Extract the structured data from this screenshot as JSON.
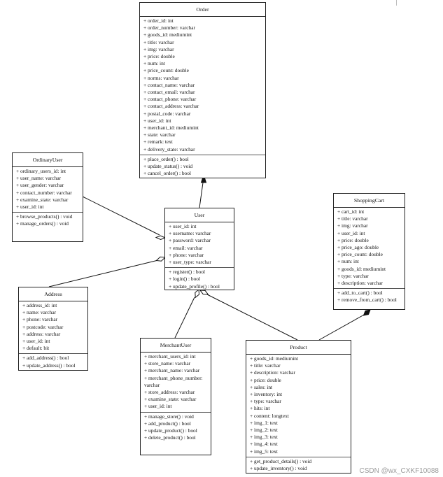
{
  "classes": {
    "order": {
      "name": "Order",
      "attributes": [
        "+ order_id: int",
        "+ order_number: varchar",
        "+ goods_id: mediumint",
        "+ title: varchar",
        "+ img: varchar",
        "+ price: double",
        "+ num: int",
        "+ price_count: double",
        "+ norms: varchar",
        "+ contact_name: varchar",
        "+ contact_email: varchar",
        "+ contact_phone: varchar",
        "+ contact_address: varchar",
        "+ postal_code: varchar",
        "+ user_id: int",
        "+ merchant_id: mediumint",
        "+ state: varchar",
        "+ remark: text",
        "+ delivery_state: varchar"
      ],
      "operations": [
        "+ place_order() : bool",
        "+ update_status() : void",
        "+ cancel_order() : bool"
      ]
    },
    "ordinary_user": {
      "name": "OrdinaryUser",
      "attributes": [
        "+ ordinary_users_id: int",
        "+ user_name: varchar",
        "+ user_gender: varchar",
        "+ contact_number: varchar",
        "+ examine_state: varchar",
        "+ user_id: int"
      ],
      "operations": [
        "+ browse_products() : void",
        "+ manage_orders() : void"
      ]
    },
    "user": {
      "name": "User",
      "attributes": [
        "+ user_id: int",
        "+ username: varchar",
        "+ password: varchar",
        "+ email: varchar",
        "+ phone: varchar",
        "+ user_type: varchar"
      ],
      "operations": [
        "+ register() : bool",
        "+ login() : bool",
        "+ update_profile() : bool"
      ]
    },
    "shopping_cart": {
      "name": "ShoppingCart",
      "attributes": [
        "+ cart_id: int",
        "+ title: varchar",
        "+ img: varchar",
        "+ user_id: int",
        "+ price: double",
        "+ price_ago: double",
        "+ price_count: double",
        "+ num: int",
        "+ goods_id: mediumint",
        "+ type: varchar",
        "+ description: varchar"
      ],
      "operations": [
        "+ add_to_cart() : bool",
        "+ remove_from_cart() : bool"
      ]
    },
    "address": {
      "name": "Address",
      "attributes": [
        "+ address_id: int",
        "+ name: varchar",
        "+ phone: varchar",
        "+ postcode: varchar",
        "+ address: varchar",
        "+ user_id: int",
        "+ default: bit"
      ],
      "operations": [
        "+ add_address() : bool",
        "+ update_address() : bool"
      ]
    },
    "merchant_user": {
      "name": "MerchantUser",
      "attributes": [
        "+ merchant_users_id: int",
        "+ store_name: varchar",
        "+ merchant_name: varchar",
        "+ merchant_phone_number: varchar",
        "+ store_address: varchar",
        "+ examine_state: varchar",
        "+ user_id: int"
      ],
      "operations": [
        "+ manage_store() : void",
        "+ add_product() : bool",
        "+ update_product() : bool",
        "+ delete_product() : bool"
      ]
    },
    "product": {
      "name": "Product",
      "attributes": [
        "+ goods_id: mediumint",
        "+ title: varchar",
        "+ description: varchar",
        "+ price: double",
        "+ sales: int",
        "+ inventory: int",
        "+ type: varchar",
        "+ hits: int",
        "+ content: longtext",
        "+ img_1: text",
        "+ img_2: text",
        "+ img_3: text",
        "+ img_4: text",
        "+ img_5: text"
      ],
      "operations": [
        "+ get_product_details() : void",
        "+ update_inventory() : void"
      ]
    }
  },
  "watermark": "CSDN @wx_CXKF10088"
}
